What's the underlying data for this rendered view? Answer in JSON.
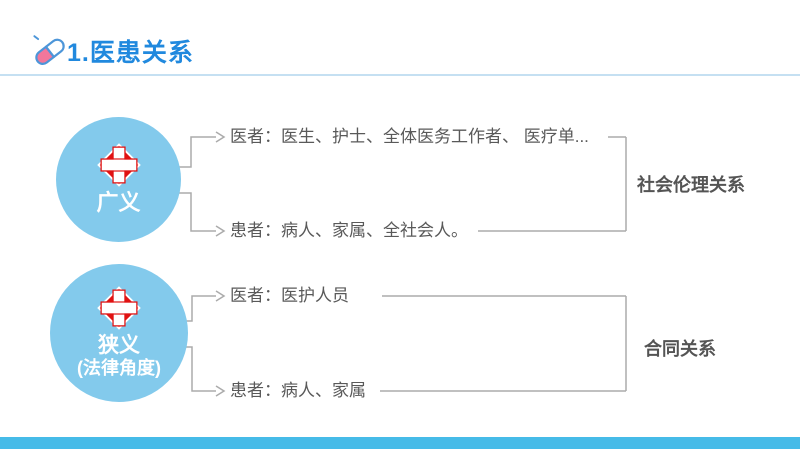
{
  "header": {
    "title": "1.医患关系",
    "icon": "pill-icon"
  },
  "diagram": {
    "groups": [
      {
        "node_label": "广义",
        "node_sublabel": "",
        "node_icon": "hospital-cross-icon",
        "branches": [
          "医者：医生、护士、全体医务工作者、 医疗单...",
          "患者：病人、家属、全社会人。"
        ],
        "relation_label": "社会伦理关系"
      },
      {
        "node_label": "狭义",
        "node_sublabel": "(法律角度)",
        "node_icon": "hospital-cross-icon",
        "branches": [
          "医者：医护人员",
          "患者：病人、家属"
        ],
        "relation_label": "合同关系"
      }
    ]
  },
  "colors": {
    "title_blue": "#2189DE",
    "divider_blue": "#C5E0F2",
    "node_blue": "#83CAEC",
    "emblem_red": "#E01212",
    "connector_gray": "#ABABAB",
    "text_gray": "#595959",
    "footer_blue": "#46BBE8",
    "pill_pink": "#F2779B",
    "pill_outline_blue": "#4D96D9"
  }
}
